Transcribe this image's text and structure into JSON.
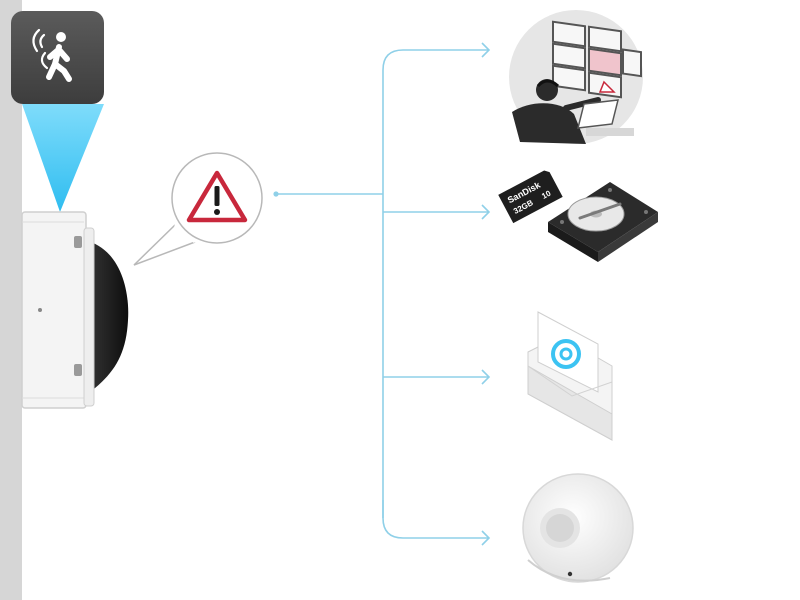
{
  "diagram": {
    "nodes": [
      {
        "id": "motion-trigger",
        "icon": "motion-detection-icon"
      },
      {
        "id": "camera",
        "icon": "dome-camera"
      },
      {
        "id": "alert",
        "icon": "warning-icon"
      },
      {
        "id": "operator",
        "icon": "security-operator-monitoring-icon"
      },
      {
        "id": "storage",
        "icon": "sd-card-and-hard-drive-icon"
      },
      {
        "id": "email",
        "icon": "email-envelope-icon"
      },
      {
        "id": "speaker",
        "icon": "network-speaker-icon"
      }
    ],
    "edges": [
      {
        "from": "alert",
        "to": "operator"
      },
      {
        "from": "alert",
        "to": "storage"
      },
      {
        "from": "alert",
        "to": "email"
      },
      {
        "from": "alert",
        "to": "speaker"
      }
    ]
  },
  "sd_card": {
    "brand": "SanDisk",
    "capacity": "32GB",
    "speed_class": "10"
  },
  "colors": {
    "connector": "#8fd0e8",
    "beam": "#3cc3f2",
    "warning": "#c8283c",
    "tile": "#4a4a4a",
    "wall": "#d6d6d6"
  }
}
